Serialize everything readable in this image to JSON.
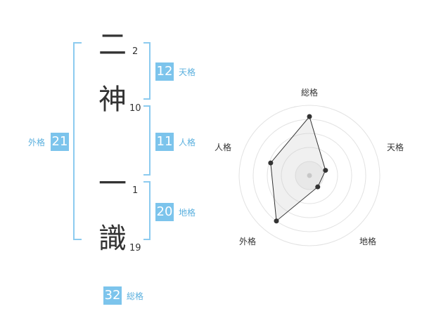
{
  "name": {
    "characters": [
      {
        "char": "二",
        "strokes": "2"
      },
      {
        "char": "神",
        "strokes": "10"
      },
      {
        "char": "一",
        "strokes": "1"
      },
      {
        "char": "識",
        "strokes": "19"
      }
    ]
  },
  "grades": {
    "tenkaku": {
      "value": "12",
      "label": "天格"
    },
    "jinkaku": {
      "value": "11",
      "label": "人格"
    },
    "chikaku": {
      "value": "20",
      "label": "地格"
    },
    "gaikaku": {
      "value": "21",
      "label": "外格"
    },
    "soukaku": {
      "value": "32",
      "label": "総格"
    }
  },
  "colors": {
    "accent": "#7cc4ec",
    "bracket": "#8ccbef",
    "accent_text": "#5bb0de"
  },
  "chart_data": {
    "type": "radar",
    "axes": [
      "総格",
      "天格",
      "地格",
      "外格",
      "人格"
    ],
    "values": [
      4.2,
      1.2,
      1.0,
      4.0,
      2.9
    ],
    "rmax": 5
  }
}
